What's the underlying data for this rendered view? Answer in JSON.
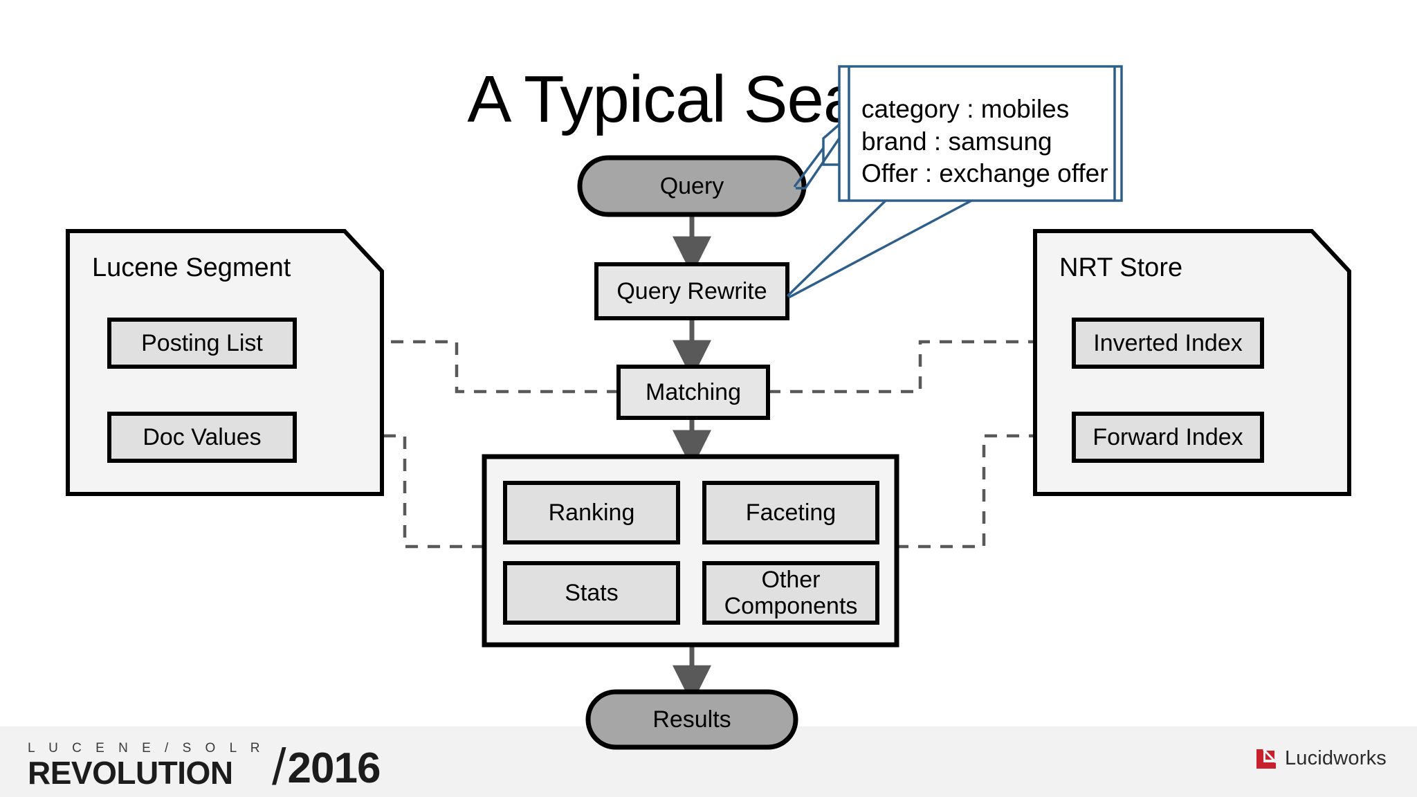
{
  "slide": {
    "title": "A Typical Search",
    "background_color": "#ffffff"
  },
  "callout": {
    "lines": [
      "category : mobiles",
      "brand : samsung",
      "Offer : exchange offer"
    ],
    "border_color": "#2e5f8a",
    "fill_color": "#ffffff",
    "points_to": [
      "Query",
      "Query Rewrite"
    ]
  },
  "flow": {
    "query": {
      "label": "Query",
      "shape": "stadium",
      "fill": "#a6a6a6"
    },
    "query_rewrite": {
      "label": "Query Rewrite",
      "shape": "rect",
      "fill": "#e6e6e6"
    },
    "matching": {
      "label": "Matching",
      "shape": "rect",
      "fill": "#e6e6e6"
    },
    "results": {
      "label": "Results",
      "shape": "stadium",
      "fill": "#a6a6a6"
    }
  },
  "components_group": {
    "fill": "#f4f4f4",
    "items": [
      {
        "label": "Ranking",
        "fill": "#e0e0e0"
      },
      {
        "label": "Faceting",
        "fill": "#e0e0e0"
      },
      {
        "label": "Stats",
        "fill": "#e0e0e0"
      },
      {
        "label": "Other\nComponents",
        "fill": "#e0e0e0"
      }
    ]
  },
  "left_panel": {
    "title": "Lucene Segment",
    "fill": "#f4f4f4",
    "items": [
      {
        "label": "Posting List",
        "fill": "#e0e0e0"
      },
      {
        "label": "Doc Values",
        "fill": "#e0e0e0"
      }
    ]
  },
  "right_panel": {
    "title": "NRT Store",
    "fill": "#f4f4f4",
    "items": [
      {
        "label": "Inverted Index",
        "fill": "#e0e0e0"
      },
      {
        "label": "Forward Index",
        "fill": "#e0e0e0"
      }
    ]
  },
  "connectors": {
    "solid_color": "#595959",
    "dashed_color": "#595959",
    "dash_pattern": "18 14"
  },
  "footer": {
    "background": "#f2f2f2",
    "event_top": "L U C E N E  /  S O L R",
    "event_bottom": "REVOLUTION",
    "slash": "/",
    "year": "2016",
    "sponsor": "Lucidworks",
    "sponsor_mark_color": "#c8202c"
  }
}
